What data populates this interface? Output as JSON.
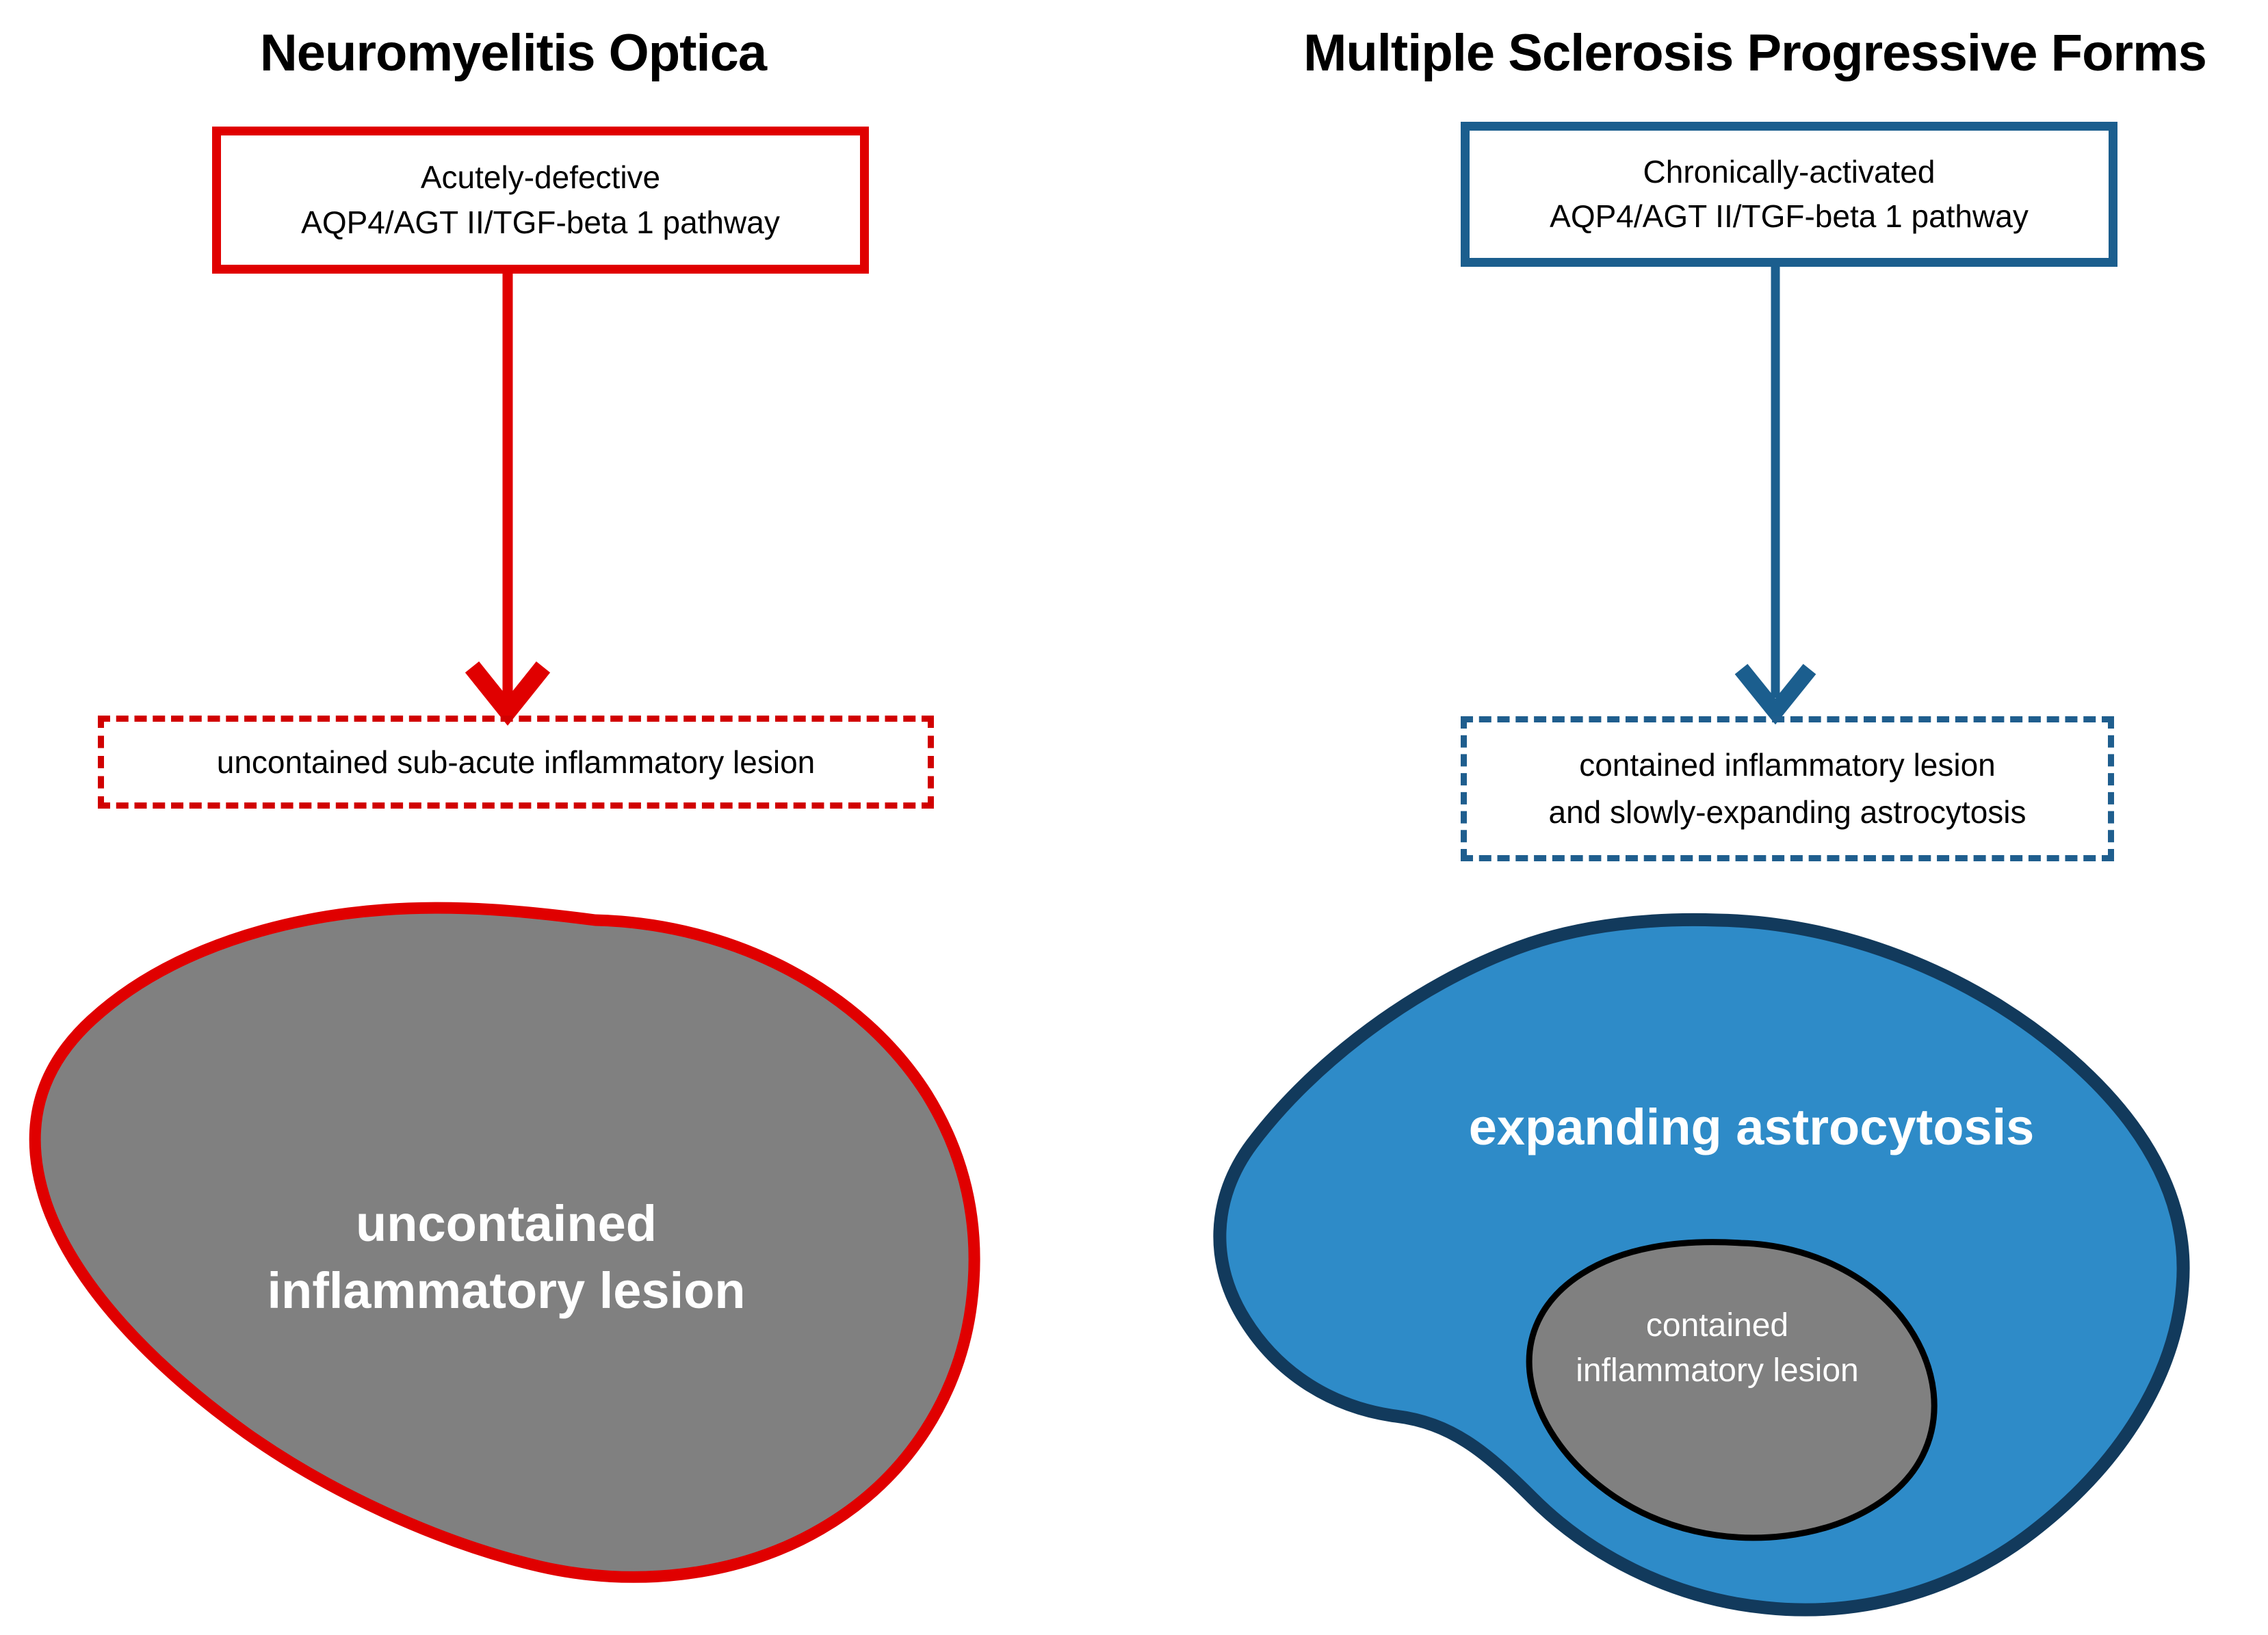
{
  "figure": {
    "background_color": "#ffffff",
    "colors": {
      "nmo_red": "#E00000",
      "nmo_red_dashed": "#D10000",
      "ms_blue": "#1B5E8E",
      "ms_blue_dashed": "#1F5E8E",
      "astrocytosis_fill": "#2E8BC8",
      "astrocytosis_stroke": "#123A5C",
      "lesion_gray": "#808080",
      "lesion_stroke_left": "#E00000",
      "lesion_stroke_right": "#000000",
      "label_text_white": "#FFFFFF",
      "body_text_black": "#000000"
    }
  },
  "columns": {
    "left": {
      "title": "Neuromyelitis Optica",
      "pathway_box": {
        "line1": "Acutely-defective",
        "line2": "AQP4/AGT II/TGF-beta 1 pathway"
      },
      "arrow": {
        "direction": "down",
        "color": "#E00000"
      },
      "outcome_box": {
        "line1": "uncontained  sub-acute inflammatory lesion"
      },
      "blob": {
        "fill": "#808080",
        "stroke": "#E00000",
        "label_line1": "uncontained",
        "label_line2": "inflammatory lesion"
      }
    },
    "right": {
      "title": "Multiple Sclerosis Progressive Forms",
      "pathway_box": {
        "line1": "Chronically-activated",
        "line2": "AQP4/AGT II/TGF-beta 1 pathway"
      },
      "arrow": {
        "direction": "down",
        "color": "#1B5E8E"
      },
      "outcome_box": {
        "line1": "contained inflammatory lesion",
        "line2": "and slowly-expanding astrocytosis"
      },
      "blob": {
        "fill": "#2E8BC8",
        "stroke": "#123A5C",
        "label": "expanding astrocytosis",
        "inner_blob": {
          "fill": "#808080",
          "stroke": "#000000",
          "label_line1": "contained",
          "label_line2": "inflammatory lesion"
        }
      }
    }
  }
}
